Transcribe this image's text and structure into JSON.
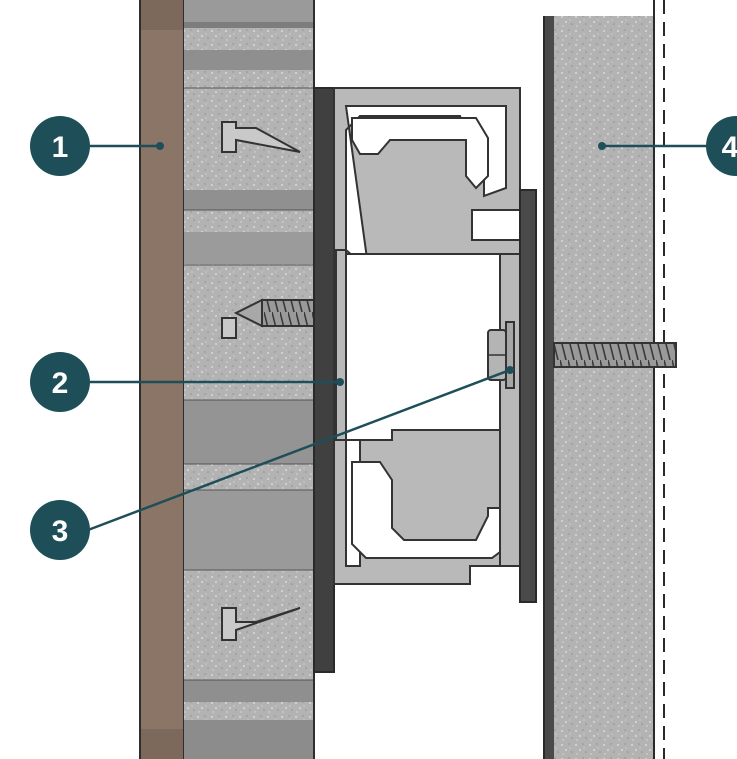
{
  "callouts": [
    {
      "id": "1",
      "label": "1"
    },
    {
      "id": "2",
      "label": "2"
    },
    {
      "id": "3",
      "label": "3"
    },
    {
      "id": "4",
      "label": "4"
    }
  ],
  "colors": {
    "callout_fill": "#1e4f58",
    "leader_line": "#1e4f58",
    "cladding": "#8b7566",
    "panel_concrete": "#b5b5b5",
    "panel_dark_band": "#929292",
    "gasket": "#404040",
    "aluminium_profile": "#b9b9b9",
    "profile_outline": "#3a3a3a",
    "wall_concrete": "#b0b0b0",
    "screw": "#8a8a8a"
  }
}
